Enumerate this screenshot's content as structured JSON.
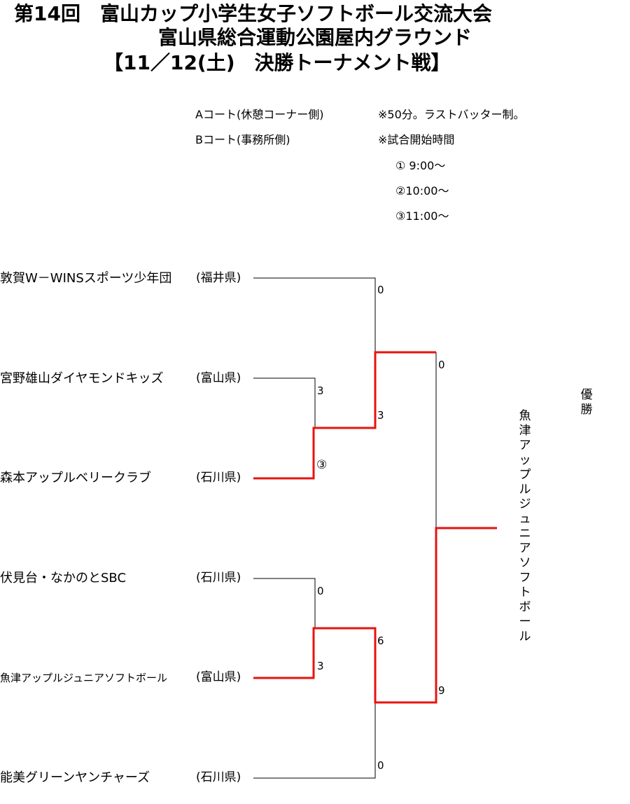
{
  "header": {
    "title_line1": "第14回　富山カップ小学生女子ソフトボール交流大会",
    "title_line2": "富山県総合運動公園屋内グラウンド",
    "title_line3": "【11／12(土)　決勝トーナメント戦】"
  },
  "notes": {
    "court_a": "Aコート(休憩コーナー側)",
    "court_b": "Bコート(事務所側)",
    "rule": "※50分。ラストバッター制。",
    "start_label": "※試合開始時間",
    "time1": "① 9:00～",
    "time2": "②10:00～",
    "time3": "③11:00～"
  },
  "teams": [
    {
      "name": "敦賀W－WINSスポーツ少年団",
      "pref": "(福井県)"
    },
    {
      "name": "宮野雄山ダイヤモンドキッズ",
      "pref": "(富山県)"
    },
    {
      "name": "森本アップルベリークラブ",
      "pref": "(石川県)"
    },
    {
      "name": "伏見台・なかのとSBC",
      "pref": "(石川県)"
    },
    {
      "name": "魚津アップルジュニアソフトボール",
      "pref": "(富山県)"
    },
    {
      "name": "能美グリーンヤンチャーズ",
      "pref": "(石川県)"
    }
  ],
  "scores": {
    "r1_top_a": "3",
    "r1_top_b": "③",
    "r1_bot_a": "0",
    "r1_bot_b": "3",
    "sf1_a": "0",
    "sf1_b": "3",
    "sf2_a": "6",
    "sf2_b": "0",
    "final_a": "0",
    "final_b": "9"
  },
  "champion": {
    "label": "優勝",
    "name": "魚津アップルジュニアソフトボール"
  },
  "colors": {
    "winner_line": "#e8130f",
    "line": "#000000"
  }
}
